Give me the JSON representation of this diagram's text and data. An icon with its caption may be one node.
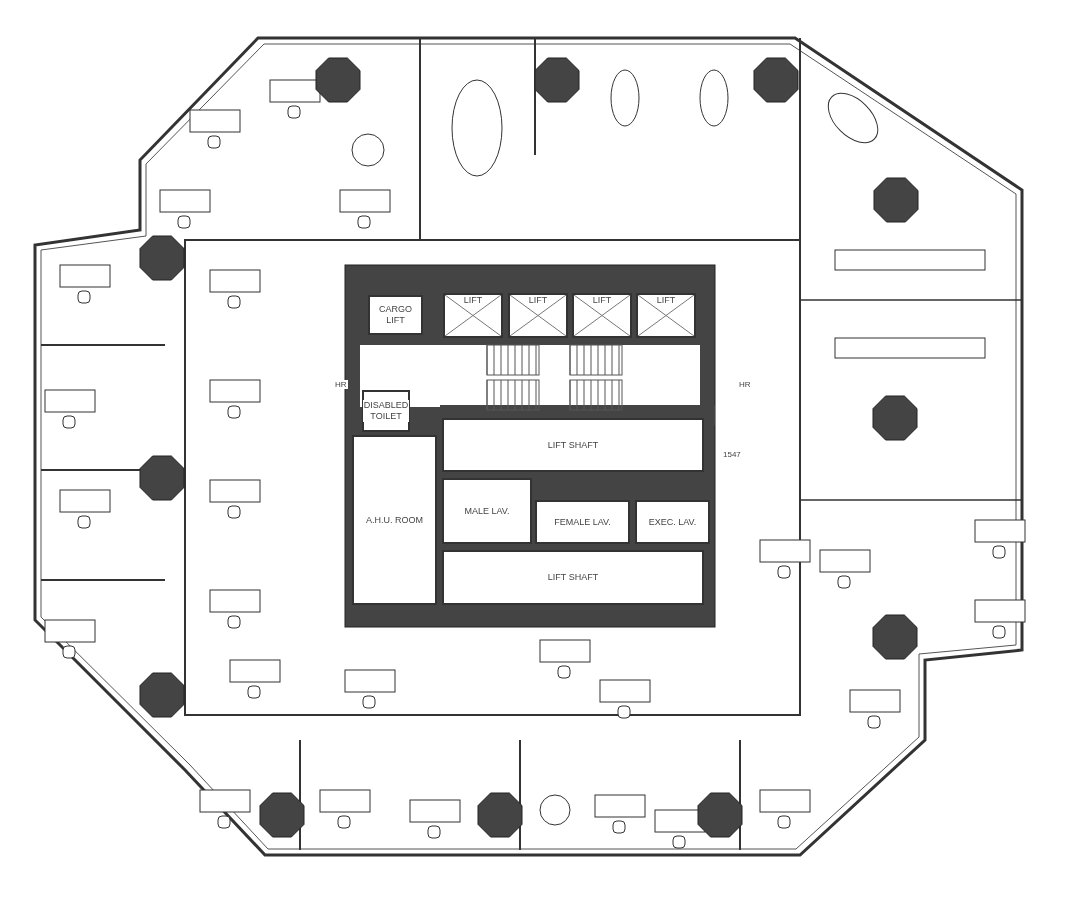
{
  "diagram": {
    "nodes": [
      {
        "text": [
          "CARGO LIFT"
        ]
      },
      {
        "text": [
          "LIFT"
        ]
      },
      {
        "text": [
          "LIFT"
        ]
      },
      {
        "text": [
          "LIFT"
        ]
      },
      {
        "text": [
          "LIFT"
        ]
      },
      {
        "text": [
          "DISABLED TOILET"
        ]
      },
      {
        "text": [
          "LIFT SHAFT"
        ]
      },
      {
        "text": [
          "A.H.U. ROOM"
        ]
      },
      {
        "text": [
          "MALE LAV."
        ]
      },
      {
        "text": [
          "FEMALE LAV."
        ]
      },
      {
        "text": [
          "EXEC. LAV."
        ]
      },
      {
        "text": [
          "LIFT SHAFT"
        ]
      }
    ],
    "labels": [
      "HR",
      "HR",
      "1547"
    ]
  }
}
